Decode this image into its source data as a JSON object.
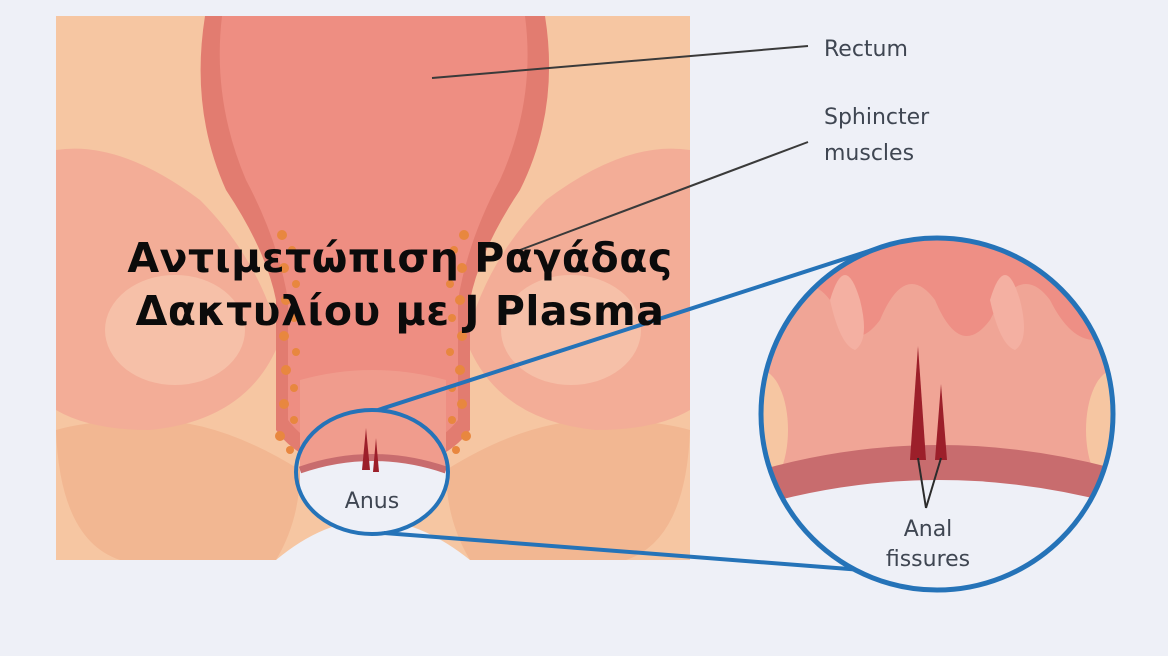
{
  "headline": {
    "line1": "Αντιμετώπιση Ραγάδας",
    "line2": "Δακτυλίου με J Plasma"
  },
  "labels": {
    "rectum": "Rectum",
    "sphincter_line1": "Sphincter",
    "sphincter_line2": "muscles",
    "anus": "Anus",
    "fissures_line1": "Anal",
    "fissures_line2": "fissures"
  },
  "colors": {
    "background": "#eef0f7",
    "skin": "#f6c6a2",
    "tissue": "#f0a596",
    "rectum": "#e8847a",
    "muscle_dark": "#d9766e",
    "fissure": "#9c1f2a",
    "callout_ring": "#2573b8",
    "leader_line": "#3a3a3a",
    "headline_text": "#0b0b0b"
  }
}
